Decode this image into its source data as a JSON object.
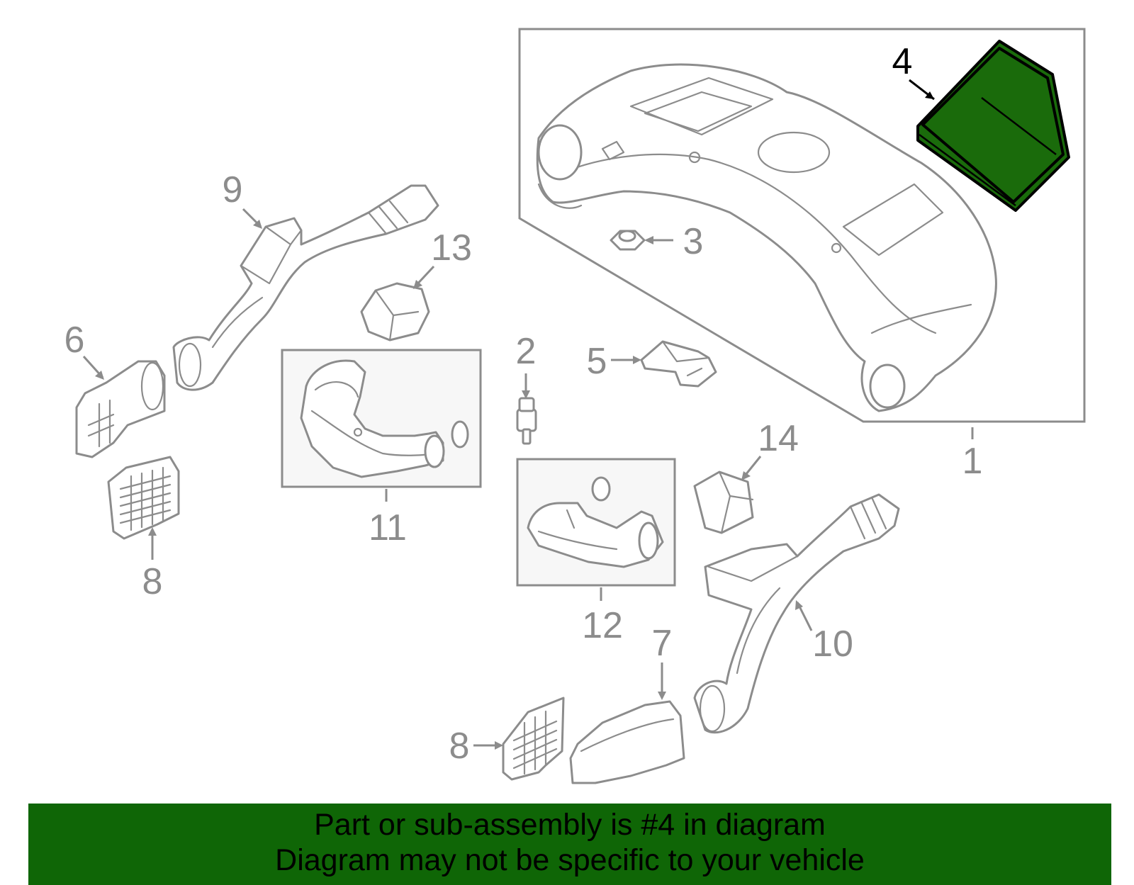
{
  "callouts": {
    "c1": "1",
    "c2": "2",
    "c3": "3",
    "c4": "4",
    "c5": "5",
    "c6": "6",
    "c7": "7",
    "c8a": "8",
    "c8b": "8",
    "c9": "9",
    "c10": "10",
    "c11": "11",
    "c12": "12",
    "c13": "13",
    "c14": "14"
  },
  "highlighted_part": "4",
  "colors": {
    "highlight_fill": "#1a6b0b",
    "banner_background": "#0f6606",
    "line_art": "#8c8c8c"
  },
  "banner": {
    "line1": "Part or sub-assembly is #4 in diagram",
    "line2": "Diagram may not be specific to your vehicle"
  }
}
